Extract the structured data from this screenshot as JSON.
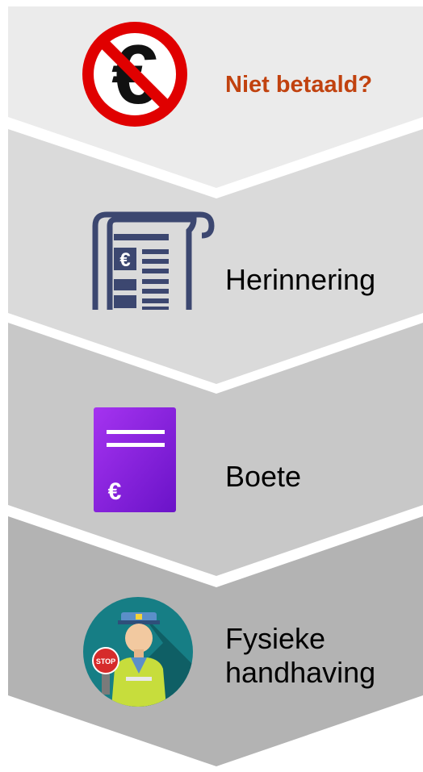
{
  "steps": [
    {
      "icon": "no-euro-icon",
      "label": "Niet betaald?"
    },
    {
      "icon": "invoice-reminder-icon",
      "label": "Herinnering"
    },
    {
      "icon": "fine-document-icon",
      "label": "Boete"
    },
    {
      "icon": "traffic-officer-icon",
      "label_line1": "Fysieke",
      "label_line2": "handhaving"
    }
  ],
  "colors": {
    "step1_bg": "#ebebeb",
    "step2_bg": "#dadada",
    "step3_bg": "#c8c8c8",
    "step4_bg": "#b3b3b3",
    "title_red": "#c1420f",
    "prohibit_red": "#e00000",
    "doc_navy": "#3c4770",
    "fine_purple": "#8a1fe0",
    "officer_teal": "#167e85"
  }
}
